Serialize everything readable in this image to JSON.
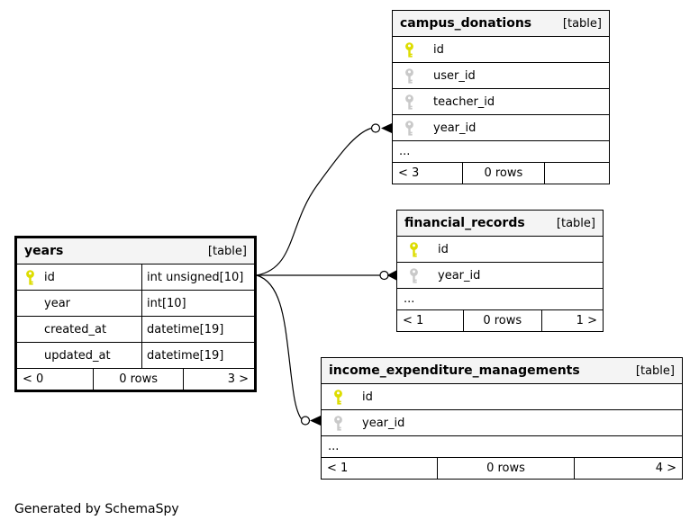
{
  "footer_note": "Generated by SchemaSpy",
  "colors": {
    "primary_key": "#dddd00",
    "foreign_key": "#c9c9c9",
    "header_bg": "#f4f4f4",
    "border": "#000000",
    "line": "#000000"
  },
  "tables": {
    "years": {
      "name": "years",
      "tag": "[table]",
      "columns": [
        {
          "name": "id",
          "type": "int unsigned[10]",
          "key": "primary"
        },
        {
          "name": "year",
          "type": "int[10]",
          "key": ""
        },
        {
          "name": "created_at",
          "type": "datetime[19]",
          "key": ""
        },
        {
          "name": "updated_at",
          "type": "datetime[19]",
          "key": ""
        }
      ],
      "footer": {
        "left": "< 0",
        "center": "0 rows",
        "right": "3 >"
      }
    },
    "campus_donations": {
      "name": "campus_donations",
      "tag": "[table]",
      "columns": [
        {
          "name": "id",
          "key": "primary"
        },
        {
          "name": "user_id",
          "key": "foreign"
        },
        {
          "name": "teacher_id",
          "key": "foreign"
        },
        {
          "name": "year_id",
          "key": "foreign"
        }
      ],
      "ellipsis": "...",
      "footer": {
        "left": "< 3",
        "center": "0 rows",
        "right": ""
      }
    },
    "financial_records": {
      "name": "financial_records",
      "tag": "[table]",
      "columns": [
        {
          "name": "id",
          "key": "primary"
        },
        {
          "name": "year_id",
          "key": "foreign"
        }
      ],
      "ellipsis": "...",
      "footer": {
        "left": "< 1",
        "center": "0 rows",
        "right": "1 >"
      }
    },
    "income_expenditure_managements": {
      "name": "income_expenditure_managements",
      "tag": "[table]",
      "columns": [
        {
          "name": "id",
          "key": "primary"
        },
        {
          "name": "year_id",
          "key": "foreign"
        }
      ],
      "ellipsis": "...",
      "footer": {
        "left": "< 1",
        "center": "0 rows",
        "right": "4 >"
      }
    }
  },
  "relationships": [
    {
      "from": "years.id",
      "to": "campus_donations.year_id"
    },
    {
      "from": "years.id",
      "to": "financial_records.year_id"
    },
    {
      "from": "years.id",
      "to": "income_expenditure_managements.year_id"
    }
  ]
}
